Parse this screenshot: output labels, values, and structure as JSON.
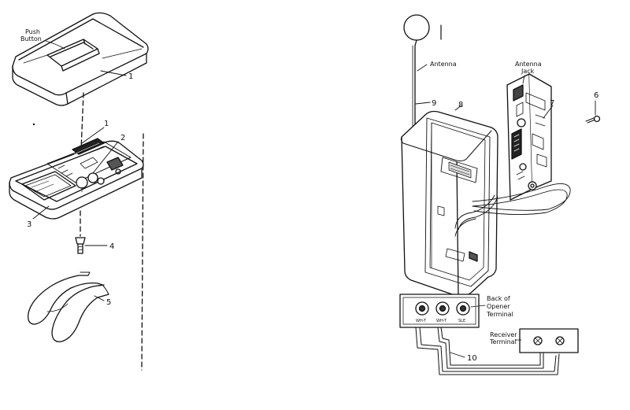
{
  "labels": {
    "push_button": [
      "Push",
      "Button"
    ],
    "antenna": "Antenna",
    "antenna_jack": [
      "Antenna",
      "Jack"
    ],
    "back_of_opener": [
      "Back of",
      "Opener",
      "Terminal"
    ],
    "receiver_terminal": [
      "Receiver",
      "Terminal"
    ],
    "terminal_codes": [
      "WH-T",
      "WH-T",
      "SLE"
    ]
  },
  "callouts": [
    "1",
    "1",
    "2",
    "3",
    "4",
    "5",
    "6",
    "7",
    "8",
    "9",
    "10"
  ]
}
